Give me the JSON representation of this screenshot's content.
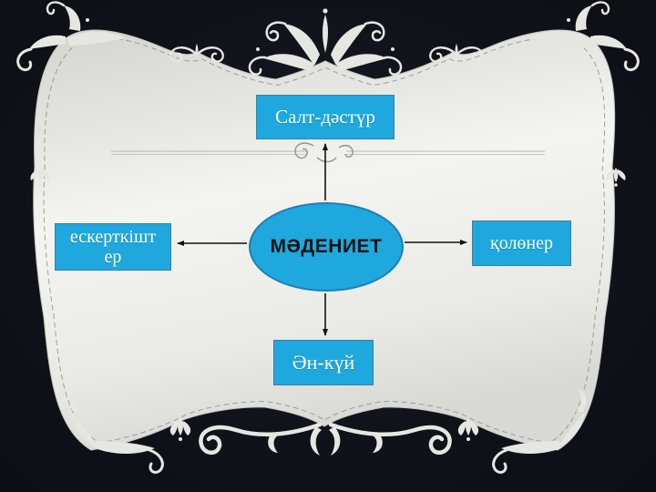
{
  "slide": {
    "frame": {
      "background_color": "#10121a",
      "panel_color": "#efefec",
      "ornament_color": "#e6e6e2",
      "stitch_color": "#8e8e88",
      "style": "ornate-vintage-damask-frame"
    },
    "divider": {
      "present": true,
      "color": "#b2b2ac"
    }
  },
  "diagram": {
    "type": "radial-concept-map",
    "center": {
      "label": "МӘДЕНИЕТ",
      "shape": "ellipse",
      "fill": "#1ea8de",
      "border": "#1d7fb4",
      "text_color": "#141414"
    },
    "nodes": [
      {
        "id": "top",
        "label": "Салт-дәстүр",
        "shape": "rectangle",
        "fill": "#1ea8de",
        "text_color": "#ffffff"
      },
      {
        "id": "right",
        "label": "қолөнер",
        "shape": "rectangle",
        "fill": "#1ea8de",
        "text_color": "#ffffff"
      },
      {
        "id": "bottom",
        "label": "Ән-күй",
        "shape": "rectangle",
        "fill": "#1ea8de",
        "text_color": "#ffffff"
      },
      {
        "id": "left",
        "label": "ескерткішт\nер",
        "shape": "rectangle",
        "fill": "#1ea8de",
        "text_color": "#ffffff"
      }
    ],
    "edges": [
      {
        "from": "center",
        "to": "top",
        "arrow": "outward"
      },
      {
        "from": "center",
        "to": "right",
        "arrow": "outward"
      },
      {
        "from": "center",
        "to": "bottom",
        "arrow": "outward"
      },
      {
        "from": "center",
        "to": "left",
        "arrow": "outward"
      }
    ],
    "arrow_color": "#111111"
  }
}
